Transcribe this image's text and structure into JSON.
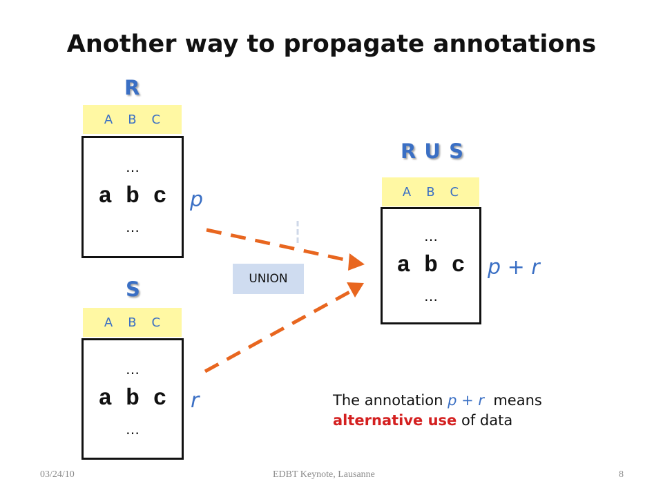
{
  "title": "Another way to propagate annotations",
  "relations": {
    "r": {
      "name": "R",
      "columns": [
        "A",
        "B",
        "C"
      ],
      "dots_top": "…",
      "row": "a b c",
      "dots_bottom": "…",
      "annotation": "p"
    },
    "s": {
      "name": "S",
      "columns": [
        "A",
        "B",
        "C"
      ],
      "dots_top": "…",
      "row": "a b c",
      "dots_bottom": "…",
      "annotation": "r"
    },
    "union": {
      "name": "R U S",
      "columns": [
        "A",
        "B",
        "C"
      ],
      "dots_top": "…",
      "row": "a b c",
      "dots_bottom": "…",
      "annotation": "p + r"
    }
  },
  "operator_label": "UNION",
  "caption": {
    "line1_prefix": "The annotation ",
    "expression": "p + r",
    "line1_suffix": "  means",
    "highlight": "alternative use",
    "line2_suffix": " of data"
  },
  "colors": {
    "title": "#111111",
    "relation_name": "#3a6fc4",
    "header_fill": "#fff8a3",
    "arrow": "#e8661f",
    "operator_fill": "#cfdcf0",
    "highlight": "#d42020"
  },
  "footer": {
    "date": "03/24/10",
    "event": "EDBT Keynote, Lausanne",
    "page": "8"
  }
}
